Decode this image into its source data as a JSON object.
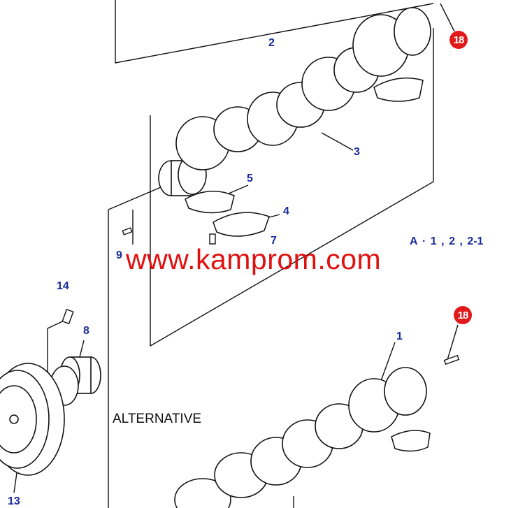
{
  "diagram": {
    "callouts": {
      "c2": "2",
      "c3": "3",
      "c5": "5",
      "c4": "4",
      "c7": "7",
      "c9": "9",
      "c14": "14",
      "c8": "8",
      "c1": "1",
      "c13": "13"
    },
    "badges": {
      "top": "18",
      "bottom": "18"
    },
    "applicability": {
      "letter": "A",
      "dot": "·",
      "v1": "1",
      "comma1": ",",
      "v2": "2",
      "comma2": ",",
      "v3": "2-1"
    },
    "alternative_label": "ALTERNATIVE",
    "watermark": "www.kamprom.com",
    "colors": {
      "callout": "#1a2a9c",
      "badge": "#e01a1a",
      "watermark": "#e01010",
      "line": "#111111"
    }
  }
}
